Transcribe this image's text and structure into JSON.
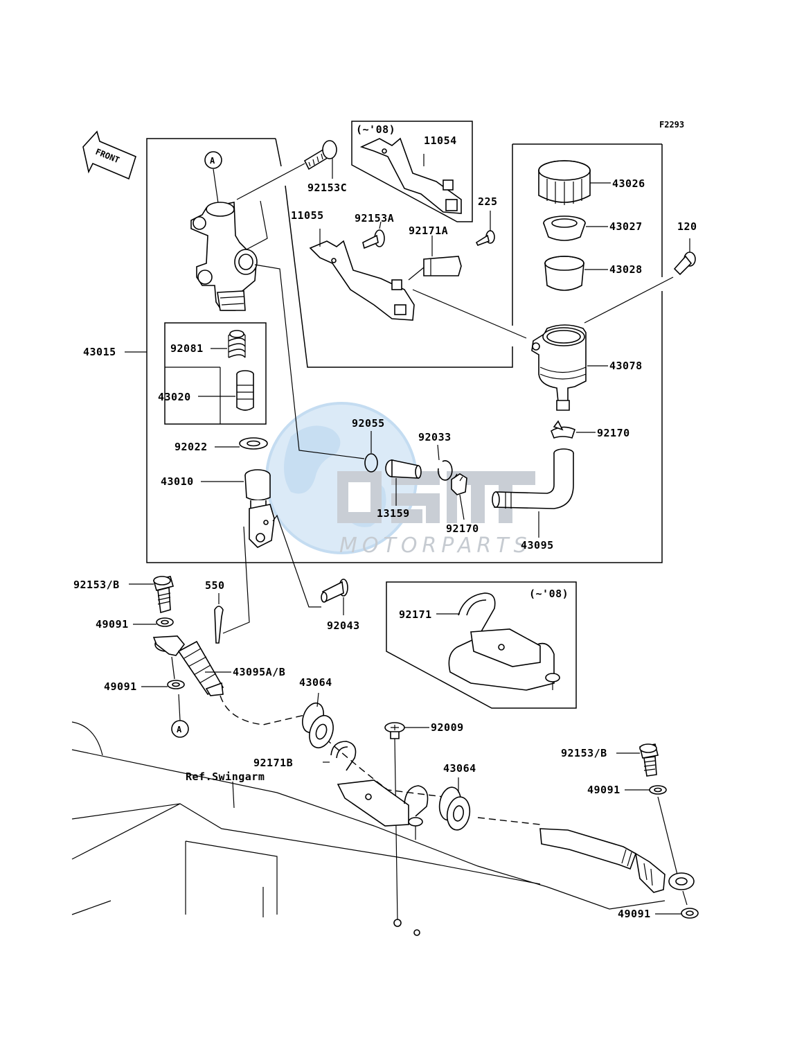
{
  "code": "F2293",
  "front_label": "FRONT",
  "ref_label": "Ref.Swingarm",
  "watermark": {
    "brand": "MOTORPARTS",
    "color": "#c6cbd1",
    "globe_color": "#d6e8f7"
  },
  "note_top": "(~'08)",
  "note_inset": "(~'08)",
  "marker_top": "A",
  "marker_bottom": "A",
  "parts": {
    "p92153C": "92153C",
    "p11054": "11054",
    "p92153A": "92153A",
    "p11055": "11055",
    "p92171A": "92171A",
    "p225": "225",
    "p43026": "43026",
    "p43027": "43027",
    "p43028": "43028",
    "p120": "120",
    "p43078": "43078",
    "p43015": "43015",
    "p92081": "92081",
    "p43020": "43020",
    "p92055": "92055",
    "p92033": "92033",
    "p92170a": "92170",
    "p92022": "92022",
    "p43010": "43010",
    "p13159": "13159",
    "p92170b": "92170",
    "p43095": "43095",
    "p92153B1": "92153/B",
    "p550": "550",
    "p92043": "92043",
    "p92171": "92171",
    "p49091a": "49091",
    "p43095AB": "43095A/B",
    "p49091b": "49091",
    "p43064a": "43064",
    "p92009": "92009",
    "p92171B": "92171B",
    "p43064b": "43064",
    "p92153B2": "92153/B",
    "p49091c": "49091",
    "p49091d": "49091"
  }
}
